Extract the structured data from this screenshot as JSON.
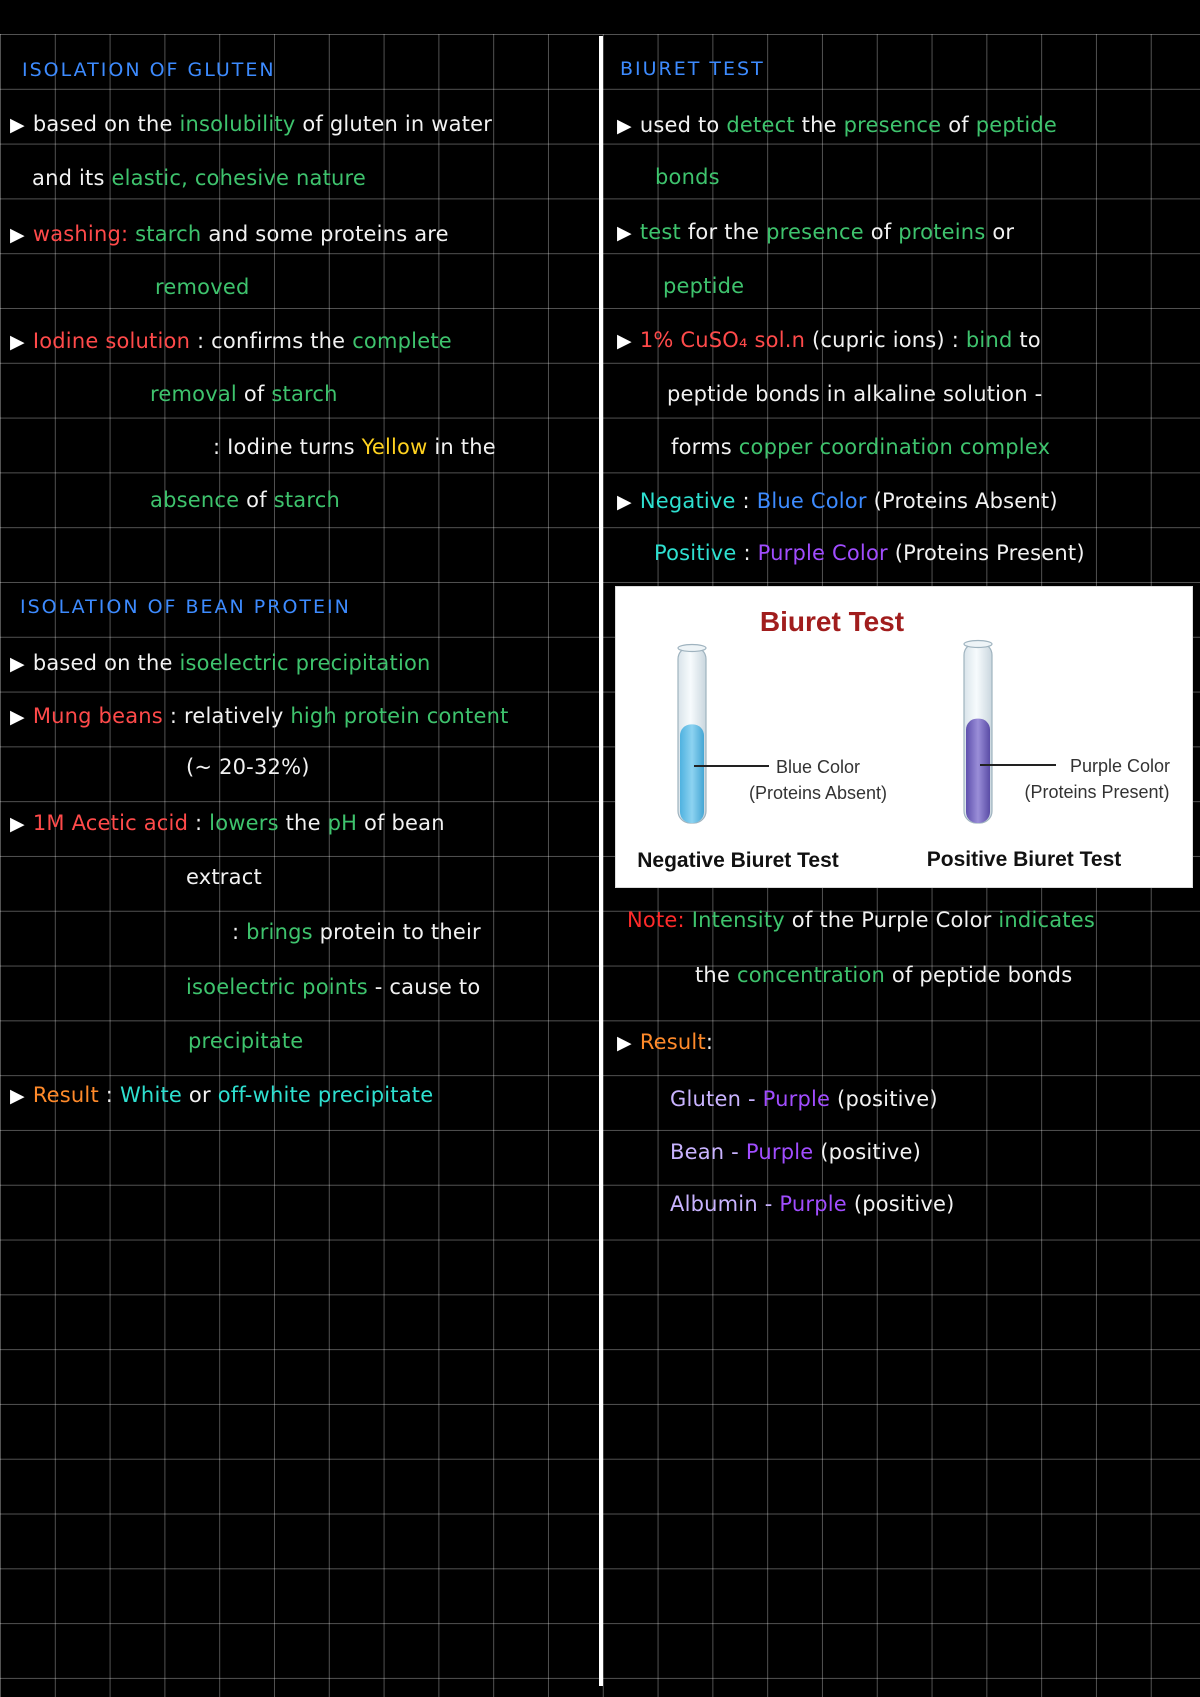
{
  "gluten": {
    "heading": "ISOLATION OF GLUTEN",
    "p1": [
      "based on the",
      "insolubility",
      "of gluten in water"
    ],
    "p1b": [
      "and its",
      "elastic, cohesive nature"
    ],
    "p2": [
      "washing:",
      "starch",
      "and some proteins are"
    ],
    "p2b": "removed",
    "p3": [
      "Iodine solution",
      ":",
      "confirms the",
      "complete"
    ],
    "p3b": [
      "removal",
      "of",
      "starch"
    ],
    "p3c": [
      ": Iodine turns",
      "Yellow",
      "in the"
    ],
    "p3d": [
      "absence",
      "of",
      "starch"
    ]
  },
  "bean": {
    "heading": "ISOLATION OF BEAN PROTEIN",
    "p1": [
      "based on the",
      "isoelectric precipitation"
    ],
    "p2": [
      "Mung beans",
      ": relatively",
      "high protein content"
    ],
    "p2b": "(~ 20-32%)",
    "p3": [
      "1M Acetic acid",
      ":",
      "lowers",
      "the",
      "pH",
      "of bean"
    ],
    "p3b": "extract",
    "p3c": [
      ":",
      "brings",
      "protein to their"
    ],
    "p3d": [
      "isoelectric points",
      "- cause to"
    ],
    "p3e": "precipitate",
    "p4": [
      "Result",
      ":",
      "White",
      "or",
      "off-white precipitate"
    ]
  },
  "biuret": {
    "heading": "BIURET TEST",
    "p1": [
      "used to",
      "detect",
      "the",
      "presence",
      "of",
      "peptide"
    ],
    "p1b": "bonds",
    "p2": [
      "test",
      "for the",
      "presence",
      "of",
      "proteins",
      "or"
    ],
    "p2b": "peptide",
    "p3": [
      "1% CuSO₄ sol.n",
      "(cupric ions) :",
      "bind",
      "to"
    ],
    "p3b": "peptide bonds in alkaline solution -",
    "p3c": [
      "forms",
      "copper coordination complex"
    ],
    "p4": [
      "Negative",
      ":",
      "Blue Color",
      "(Proteins Absent)"
    ],
    "p4b": [
      "Positive",
      ":",
      "Purple Color",
      "(Proteins Present)"
    ]
  },
  "figure": {
    "title": "Biuret Test",
    "neg_label_1": "Blue Color",
    "neg_label_2": "(Proteins Absent)",
    "pos_label_1": "Purple Color",
    "pos_label_2": "(Proteins Present)",
    "neg_caption": "Negative Biuret Test",
    "pos_caption": "Positive Biuret Test",
    "neg_liquid_level": 0.56,
    "pos_liquid_level": 0.58,
    "title_color": "#a11d1d",
    "blue_liquid": "#6cc3ea",
    "purple_liquid": "#7b6cc3"
  },
  "note": {
    "l1": [
      "Note:",
      "Intensity",
      "of the Purple Color",
      "indicates"
    ],
    "l2": [
      "the",
      "concentration",
      "of peptide bonds"
    ]
  },
  "result": {
    "label": "Result",
    "colon": ":",
    "rows": [
      {
        "name": "Gluten -",
        "color": "Purple",
        "status": "(positive)"
      },
      {
        "name": "Bean -",
        "color": "Purple",
        "status": "(positive)"
      },
      {
        "name": "Albumin -",
        "color": "Purple",
        "status": "(positive)"
      }
    ]
  },
  "colors": {
    "background": "#000000",
    "heading": "#3d8bff",
    "key_term": "#3ec36d",
    "label_red": "#ff4a4a",
    "result_orange": "#ff8a2a",
    "yellow": "#ffd21f",
    "purple": "#a14dff"
  }
}
